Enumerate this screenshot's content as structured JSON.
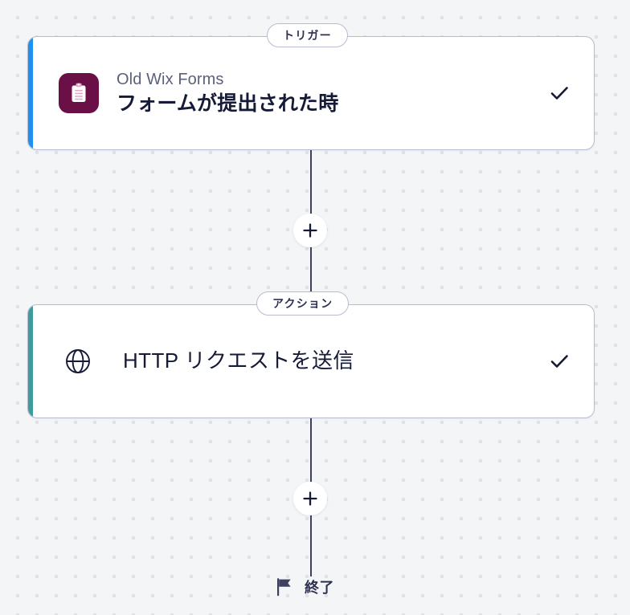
{
  "canvas": {
    "background_color": "#f4f5f7",
    "dot_color": "#e0e1e4",
    "connector_color": "#3d4060"
  },
  "flow": {
    "nodes": [
      {
        "badge": "トリガー",
        "accent_color": "#1f8ff0",
        "icon": "clipboard-icon",
        "icon_tile_color": "#6b1046",
        "app_name": "Old Wix Forms",
        "title": "フォームが提出された時",
        "status": "valid",
        "status_icon": "check-icon"
      },
      {
        "badge": "アクション",
        "accent_color": "#3f9b9b",
        "icon": "globe-icon",
        "icon_tile_color": "",
        "app_name": "",
        "title": "HTTP リクエストを送信",
        "status": "valid",
        "status_icon": "check-icon"
      }
    ],
    "add_buttons": [
      {
        "label": "+",
        "name": "add-step-button-1"
      },
      {
        "label": "+",
        "name": "add-step-button-2"
      }
    ],
    "end": {
      "icon": "flag-icon",
      "label": "終了"
    }
  }
}
